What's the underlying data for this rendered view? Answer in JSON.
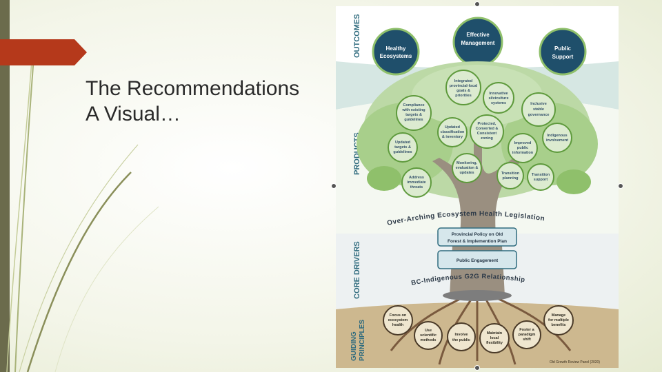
{
  "slide": {
    "title_line1": "The Recommendations",
    "title_line2": "A Visual…",
    "accent_color": "#b5391b"
  },
  "poster": {
    "sections": {
      "outcomes": "OUTCOMES",
      "products": "PRODUCTS",
      "core_drivers": "CORE DRIVERS",
      "guiding_principles_1": "GUIDING",
      "guiding_principles_2": "PRINCIPLES"
    },
    "outcomes": {
      "healthy_1": "Healthy",
      "healthy_2": "Ecosystems",
      "effective_1": "Effective",
      "effective_2": "Management",
      "public_1": "Public",
      "public_2": "Support"
    },
    "products": {
      "integrated": [
        "Integrated",
        "provincial-local",
        "goals &",
        "priorities"
      ],
      "innovative": [
        "Innovative",
        "silviculture",
        "systems"
      ],
      "compliance": [
        "Compliance",
        "with existing",
        "targets &",
        "guidelines"
      ],
      "inclusive": [
        "Inclusive",
        "stable",
        "governance"
      ],
      "updated_class": [
        "Updated",
        "classification",
        "& inventory"
      ],
      "protected": [
        "Protected,",
        "Converted &",
        "Consistent",
        "zoning"
      ],
      "indigenous": [
        "Indigenous",
        "involvement"
      ],
      "updated_targets": [
        "Updated",
        "targets &",
        "guidelines"
      ],
      "improved": [
        "Improved",
        "public",
        "information"
      ],
      "address": [
        "Address",
        "immediate",
        "threats"
      ],
      "monitoring": [
        "Monitoring,",
        "evaluation &",
        "updates"
      ],
      "transition_planning": [
        "Transition",
        "planning"
      ],
      "transition_support": [
        "Transition",
        "support"
      ]
    },
    "legislation": "Over-Arching Ecosystem Health Legislation",
    "core_drivers": {
      "policy_1": "Provincial Policy on Old",
      "policy_2": "Forest & Implemention Plan",
      "engagement": "Public Engagement",
      "relationship": "BC-Indigenous G2G Relationship"
    },
    "principles": {
      "focus": [
        "Focus on",
        "ecosystem",
        "health"
      ],
      "science": [
        "Use",
        "scientific",
        "methods"
      ],
      "involve": [
        "Involve",
        "the public"
      ],
      "flexibility": [
        "Maintain",
        "local",
        "flexibility"
      ],
      "paradigm": [
        "Foster a",
        "paradigm",
        "shift"
      ],
      "benefits": [
        "Manage",
        "for multiple",
        "benefits"
      ]
    },
    "credit": "Old Growth Review Panel (2020)",
    "colors": {
      "sky": "#ffffff",
      "outcome_band": "#d6e7e3",
      "navy_circle": "#1f4f6b",
      "green_circle": "#5e9a3c",
      "leaf": "#bcd9a6",
      "leaf_dark": "#8fc06b",
      "trunk": "#9a8f80",
      "ground": "#cdb88f",
      "section_label": "#2f6b7e"
    }
  }
}
